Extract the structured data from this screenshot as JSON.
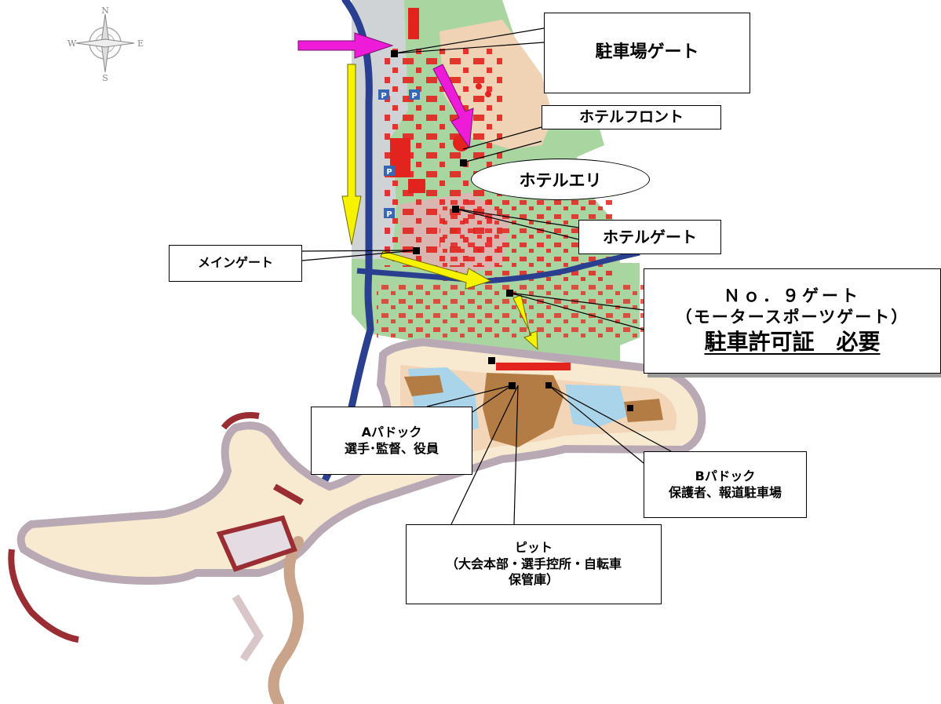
{
  "compass": {
    "n": "N",
    "s": "S",
    "e": "E",
    "w": "W"
  },
  "labels": {
    "parking_gate": "駐車場ゲート",
    "hotel_front": "ホテルフロント",
    "hotel_area": "ホテルエリ",
    "hotel_gate": "ホテルゲート",
    "main_gate": "メインゲート",
    "gate9": {
      "line1": "Ｎｏ．９ゲート",
      "line2": "（モータースポーツゲート）",
      "line3": "駐車許可証　必要"
    },
    "paddock_a": {
      "line1": "Aパドック",
      "line2": "選手･監督、役員"
    },
    "paddock_b": {
      "line1": "Bパドック",
      "line2": "保護者、報道駐車場"
    },
    "pit": {
      "line1": "ピット",
      "line2": "（大会本部・選手控所・自転車",
      "line3": "保管庫）"
    }
  },
  "map_glyphs": {
    "parking": "P"
  },
  "colors": {
    "river": "#2a3f8f",
    "park_green": "#a9d6a0",
    "parking_gray": "#cfd3d6",
    "building_red": "#e3231e",
    "track": "#e9e7ee",
    "track_edge": "#b8a9b4",
    "paddock_brown": "#b47c45",
    "water": "#a9d4ea",
    "magenta_arrow": "#ee1bd8",
    "yellow_arrow": "#f7f200",
    "callout_line": "#000000"
  }
}
